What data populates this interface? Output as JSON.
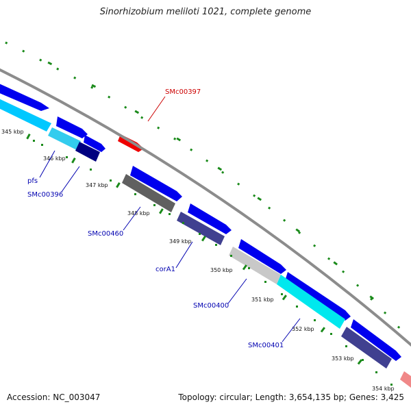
{
  "header": {
    "title": "Sinorhizobium meliloti 1021, complete genome"
  },
  "footer": {
    "accession": "Accession: NC_003047",
    "summary": "Topology: circular; Length: 3,654,135 bp; Genes: 3,425"
  },
  "colors": {
    "backbone": "#8c8c8c",
    "tick": "#1a8a1a",
    "gene_label": "#0000b0",
    "highlight_label": "#cc0000"
  },
  "ticks": [
    "345 kbp",
    "346 kbp",
    "347 kbp",
    "348 kbp",
    "349 kbp",
    "350 kbp",
    "351 kbp",
    "352 kbp",
    "353 kbp",
    "354 kbp"
  ],
  "gene_labels": [
    {
      "text": "SMc00397",
      "color": "#cc0000"
    },
    {
      "text": "pfs",
      "color": "#0000b0"
    },
    {
      "text": "SMc00396",
      "color": "#0000b0"
    },
    {
      "text": "SMc00460",
      "color": "#0000b0"
    },
    {
      "text": "corA1",
      "color": "#0000b0"
    },
    {
      "text": "SMc00400",
      "color": "#0000b0"
    },
    {
      "text": "SMc00401",
      "color": "#0000b0"
    }
  ]
}
